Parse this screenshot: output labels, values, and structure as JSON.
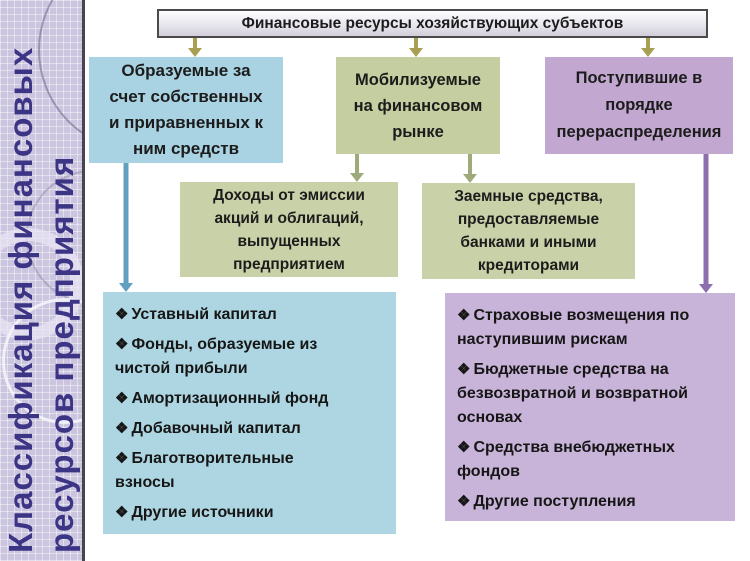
{
  "sidebar": {
    "title_lines": [
      "Классификация финансовых",
      "ресурсов предприятия"
    ]
  },
  "header": {
    "label": "Финансовые ресурсы хозяйствующих субъектов"
  },
  "branches": {
    "own": {
      "label": "Образуемые за\nсчет собственных\nи приравненных к\nним средств"
    },
    "market": {
      "label": "Мобилизуемые\nна финансовом\nрынке"
    },
    "redistribution": {
      "label": "Поступившие в\nпорядке\nперераспределения"
    }
  },
  "market_sources": {
    "emission": {
      "label": "Доходы от эмиссии\nакций и облигаций,\nвыпущенных\nпредприятием"
    },
    "loans": {
      "label": "Заемные средства,\nпредоставляемые\nбанками и иными\nкредиторами"
    }
  },
  "lists": {
    "bullet": "❖",
    "own_sources": {
      "items": [
        "Уставный капитал",
        "Фонды, образуемые из\nчистой прибыли",
        "Амортизационный фонд",
        "Добавочный капитал",
        "Благотворительные\nвзносы",
        "Другие источники"
      ]
    },
    "redistribution_sources": {
      "items": [
        "Страховые возмещения по\nнаступившим рискам",
        "Бюджетные средства на\nбезвозвратной и возвратной\nосновах",
        "Средства внебюджетных\nфондов",
        "Другие поступления"
      ]
    }
  },
  "colors": {
    "box_blue": "#a9d3e2",
    "box_blue_list": "#aed6e2",
    "box_green": "#c5cea0",
    "box_green_mid": "#c9d1a8",
    "box_purple": "#c2a8d1",
    "box_purple_list": "#c9b4d9",
    "sidebar_bg": "#cbc5df",
    "sidebar_text": "#3c3484",
    "arrow_gold": "#a89f52",
    "arrow_green": "#9dab7b",
    "arrow_blue": "#61a0c1",
    "arrow_purple": "#8e6fae"
  }
}
